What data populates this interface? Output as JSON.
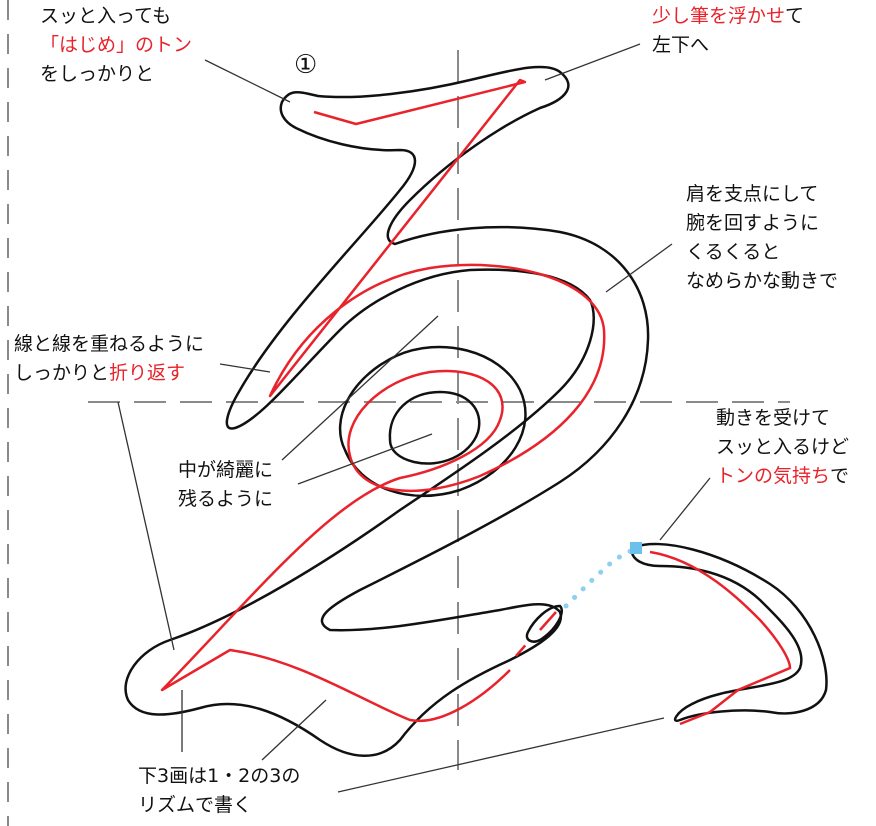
{
  "stroke_number": "①",
  "notes": {
    "start": {
      "line1": "スッと入っても",
      "line2": "「はじめ」のトン",
      "line3": "をしっかりと"
    },
    "float": {
      "red": "少し筆を浮かせ",
      "black1": "て",
      "line2": "左下へ"
    },
    "shoulder": {
      "line1": "肩を支点にして",
      "line2": "腕を回すように",
      "line3": "くるくると",
      "line4": "なめらかな動きで"
    },
    "fold": {
      "line1": "線と線を重ねるように",
      "line2_black": "しっかりと",
      "line2_red": "折り返す"
    },
    "center": {
      "line1": "中が綺麗に",
      "line2": "残るように"
    },
    "receive": {
      "line1": "動きを受けて",
      "line2": "スッと入るけど",
      "line3_red": "トンの気持ち",
      "line3_black": "で"
    },
    "rhythm": {
      "line1": "下3画は1・2の3の",
      "line2": "リズムで書く"
    }
  },
  "colors": {
    "red": "#e8232b",
    "outline": "#111111",
    "guide": "#8a8a8a",
    "leader": "#333333",
    "dots": "#8fd0f0"
  }
}
